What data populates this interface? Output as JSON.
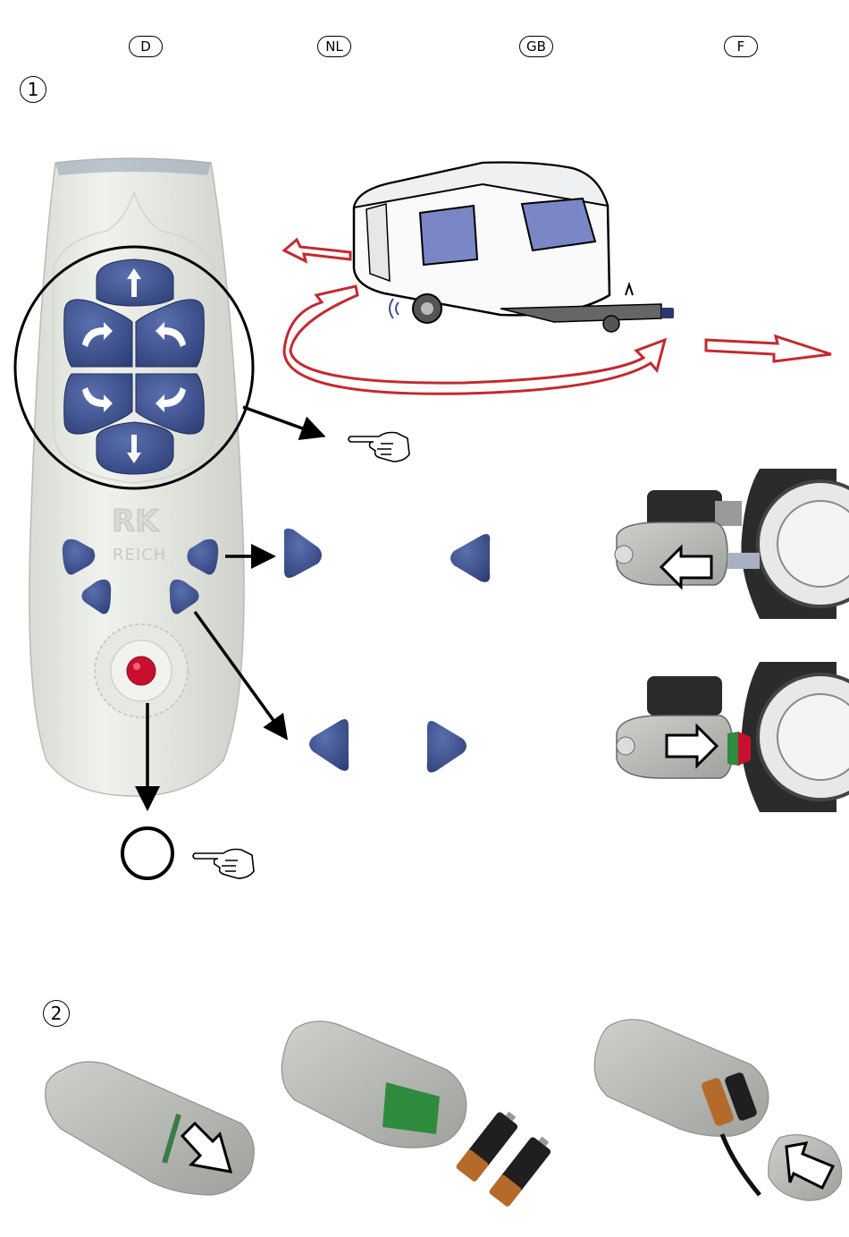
{
  "languages": [
    "D",
    "NL",
    "GB",
    "F"
  ],
  "steps": {
    "step1": "1",
    "step2": "2"
  },
  "remote": {
    "brand_text": "REICH",
    "logo_text": "RK"
  },
  "colors": {
    "button_blue": "#3d5290",
    "remote_body": "#e9ebe4",
    "caravan_red": "#c4292f",
    "led_red": "#c8102e",
    "motor_gray": "#b5b8bb",
    "green_part": "#2e8b3d"
  },
  "icons": [
    "hand-pointing-icon",
    "circle-icon",
    "arrow-icon"
  ]
}
